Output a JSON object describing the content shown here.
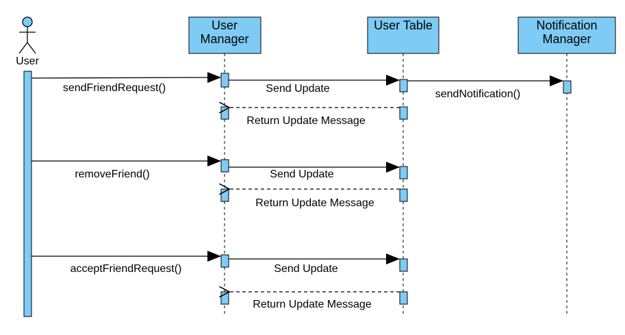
{
  "colors": {
    "accent": "#7ecbf5",
    "stroke": "#000000"
  },
  "actor": {
    "name": "User",
    "icon": "stick-figure-icon"
  },
  "participants": {
    "user_manager": {
      "line1": "User",
      "line2": "Manager"
    },
    "user_table": {
      "line1": "User Table"
    },
    "notification_manager": {
      "line1": "Notification",
      "line2": "Manager"
    }
  },
  "messages": [
    {
      "from": "User",
      "to": "User Manager",
      "label": "sendFriendRequest()",
      "style": "sync"
    },
    {
      "from": "User Manager",
      "to": "User Table",
      "label": "Send Update",
      "style": "sync"
    },
    {
      "from": "User Table",
      "to": "Notification Manager",
      "label": "sendNotification()",
      "style": "sync"
    },
    {
      "from": "User Table",
      "to": "User Manager",
      "label": "Return Update Message",
      "style": "return"
    },
    {
      "from": "User",
      "to": "User Manager",
      "label": "removeFriend()",
      "style": "sync"
    },
    {
      "from": "User Manager",
      "to": "User Table",
      "label": "Send Update",
      "style": "sync"
    },
    {
      "from": "User Table",
      "to": "User Manager",
      "label": "Return Update Message",
      "style": "return"
    },
    {
      "from": "User",
      "to": "User Manager",
      "label": "acceptFriendRequest()",
      "style": "sync"
    },
    {
      "from": "User Manager",
      "to": "User Table",
      "label": "Send Update",
      "style": "sync"
    },
    {
      "from": "User Table",
      "to": "User Manager",
      "label": "Return Update Message",
      "style": "return"
    }
  ]
}
